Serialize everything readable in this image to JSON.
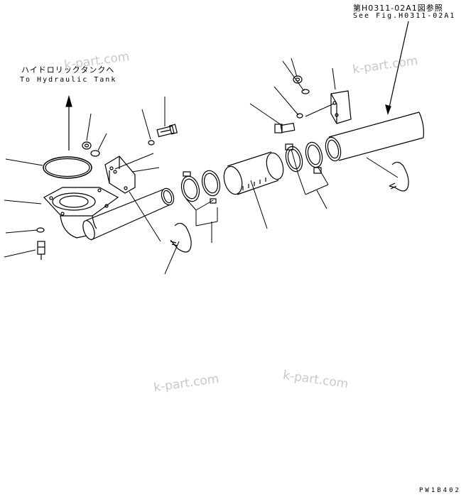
{
  "labels": {
    "ref_jp": "第H0311-02A1図参照",
    "ref_en": "See Fig.H0311-02A1",
    "tank_jp": "ハイドロリックタンクへ",
    "tank_en": "To Hydraulic Tank",
    "drawing_code": "PW1B402"
  },
  "watermark": "k-part.com",
  "colors": {
    "line": "#000000",
    "watermark": "#c9c9c9"
  }
}
